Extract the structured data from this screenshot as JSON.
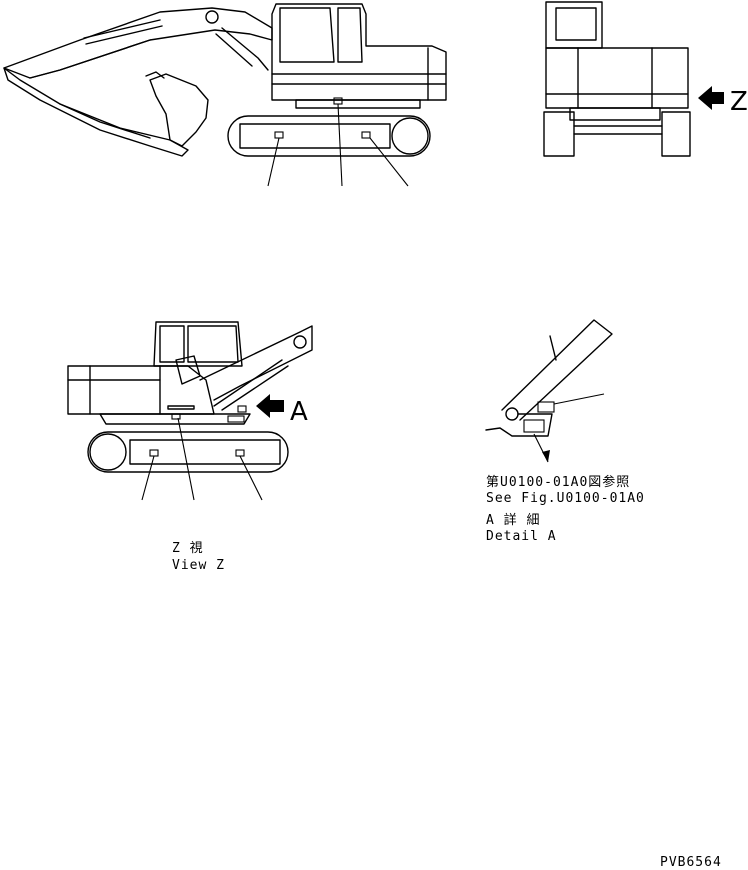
{
  "labels": {
    "view_z_arrow": "Z",
    "view_a_arrow": "A",
    "view_z_jp": "Z 視",
    "view_z_en": "View Z",
    "see_fig_jp": "第U0100-01A0図参照",
    "see_fig_en": "See Fig.U0100-01A0",
    "detail_a_jp": "A 詳 細",
    "detail_a_en": "Detail A",
    "drawing_number": "PVB6564"
  }
}
